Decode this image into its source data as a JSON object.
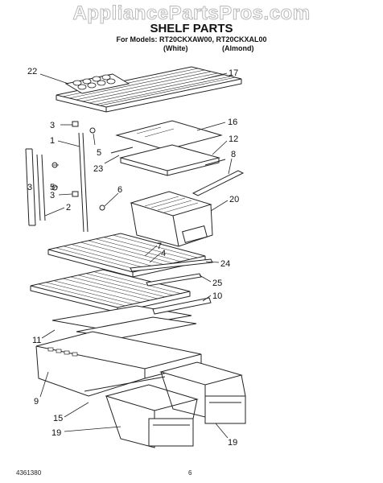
{
  "watermark": "AppliancePartsPros.com",
  "title": "SHELF PARTS",
  "models": "For Models: RT20CKXAW00, RT20CKXAL00",
  "variants": [
    "(White)",
    "(Almond)"
  ],
  "callouts": [
    "22",
    "17",
    "3",
    "16",
    "1",
    "5",
    "12",
    "23",
    "8",
    "3",
    "5",
    "3",
    "6",
    "20",
    "2",
    "7",
    "4",
    "24",
    "25",
    "10",
    "11",
    "9",
    "15",
    "19",
    "19"
  ],
  "footer": {
    "doc_number": "4361380",
    "page": "6"
  }
}
